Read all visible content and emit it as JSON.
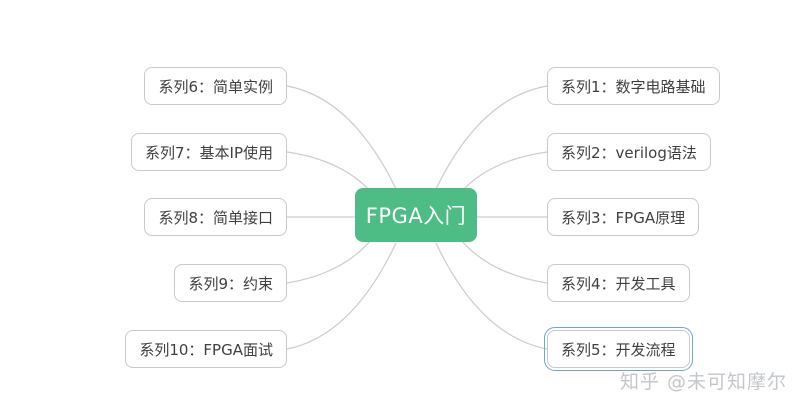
{
  "mindmap": {
    "center": {
      "label": "FPGA入门",
      "bg_color": "#4dbd85",
      "text_color": "#ffffff"
    },
    "left_branches": [
      {
        "label": "系列6：简单实例",
        "selected": false
      },
      {
        "label": "系列7：基本IP使用",
        "selected": false
      },
      {
        "label": "系列8：简单接口",
        "selected": false
      },
      {
        "label": "系列9：约束",
        "selected": false
      },
      {
        "label": "系列10：FPGA面试",
        "selected": false
      }
    ],
    "right_branches": [
      {
        "label": "系列1：数字电路基础",
        "selected": false
      },
      {
        "label": "系列2：verilog语法",
        "selected": false
      },
      {
        "label": "系列3：FPGA原理",
        "selected": false
      },
      {
        "label": "系列4：开发工具",
        "selected": false
      },
      {
        "label": "系列5：开发流程",
        "selected": true
      }
    ],
    "colors": {
      "node_border": "#c9c9c9",
      "connector": "#cccccc",
      "selection_outline": "#6ba3e0",
      "branch_text": "#3f3f3f"
    }
  },
  "watermark": {
    "text": "知乎 @未可知摩尔",
    "color": "#c3c7cb"
  }
}
